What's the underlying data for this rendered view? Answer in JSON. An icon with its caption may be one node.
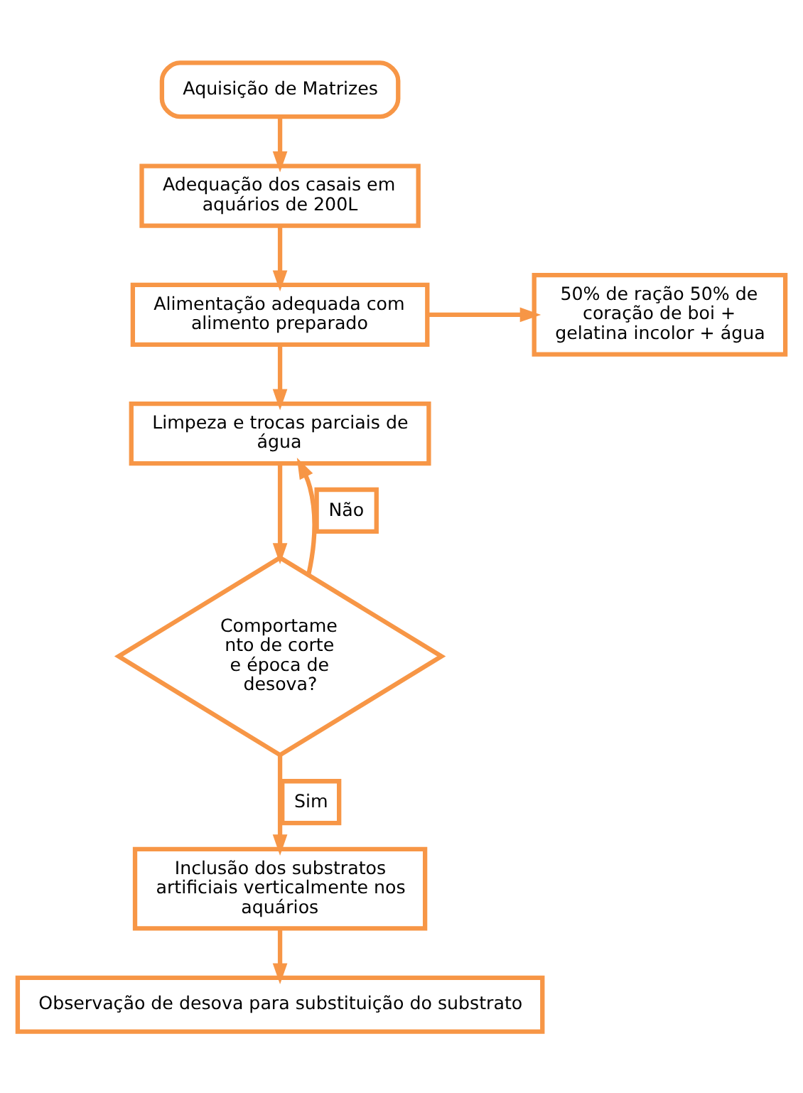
{
  "diagram": {
    "nodes": [
      {
        "text": [
          "Aquisição de Matrizes"
        ]
      },
      {
        "text": [
          "Adequação dos casais em aquários de 200L"
        ]
      },
      {
        "text": [
          "Alimentação adequada com alimento preparado"
        ]
      },
      {
        "text": [
          "50% de ração 50% de coração de boi + gelatina incolor + água"
        ]
      },
      {
        "text": [
          "Limpeza e trocas parciais de água"
        ]
      },
      {
        "text": [
          "Comportame nto de corte e época de desova?"
        ]
      },
      {
        "text": [
          "Inclusão dos substratos artificiais verticalmente nos aquários"
        ]
      },
      {
        "text": [
          "Observação de desova para substituição do substrato"
        ]
      }
    ],
    "edges": [
      {
        "from": 0,
        "to": 1,
        "arrow": "to"
      },
      {
        "from": 1,
        "to": 2,
        "arrow": "to"
      },
      {
        "from": 2,
        "to": 3,
        "arrow": "to"
      },
      {
        "from": 2,
        "to": 4,
        "arrow": "to"
      },
      {
        "from": 4,
        "to": 5,
        "arrow": "to"
      },
      {
        "from": 5,
        "to": 4,
        "arrow": "to",
        "label": "Não"
      },
      {
        "from": 5,
        "to": 6,
        "arrow": "to",
        "label": "Sim"
      },
      {
        "from": 6,
        "to": 7,
        "arrow": "to"
      }
    ]
  }
}
